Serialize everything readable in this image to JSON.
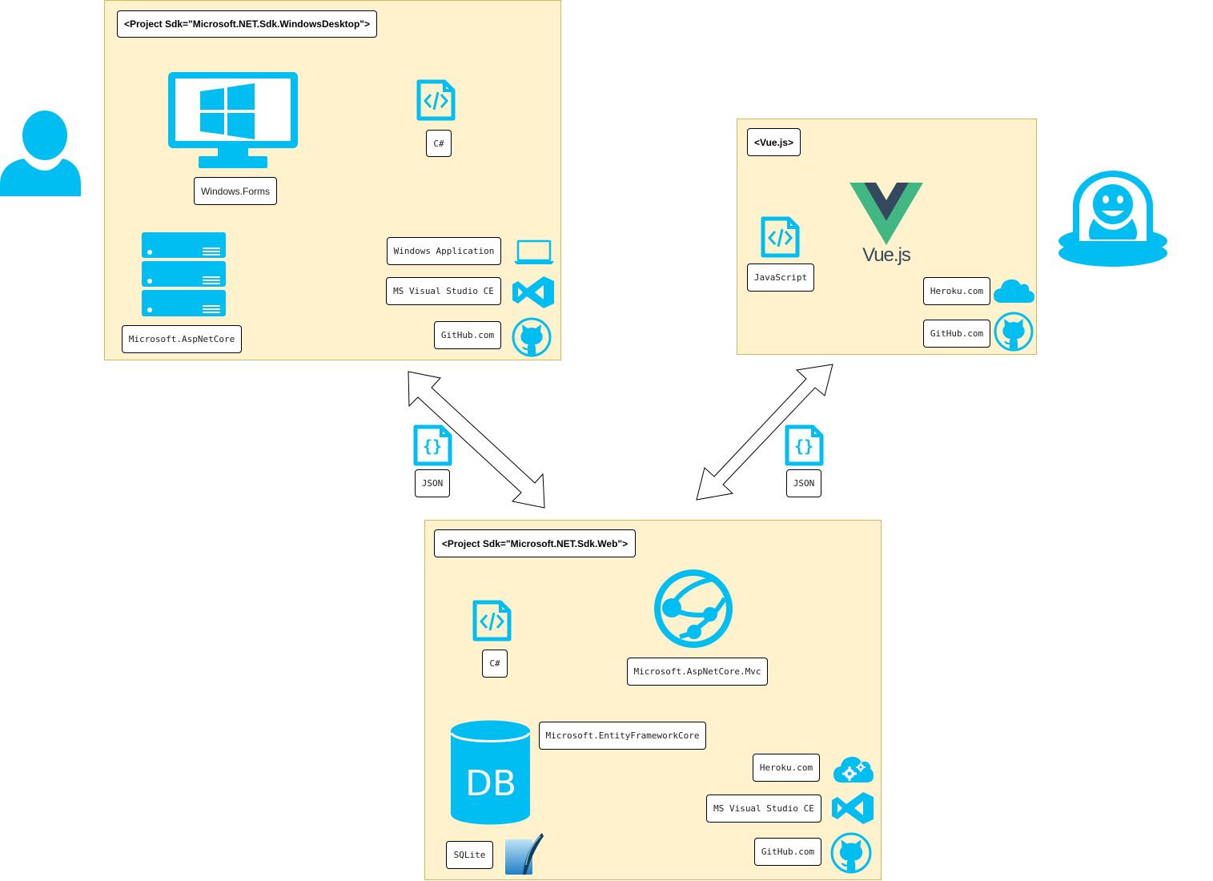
{
  "colors": {
    "icon": "#00bef2",
    "panel_fill": "#fff2cc",
    "panel_border": "#d6b656"
  },
  "desktop": {
    "header": "<Project Sdk=\"Microsoft.NET.Sdk.WindowsDesktop\">",
    "winforms": "Windows.Forms",
    "csharp": "C#",
    "aspnetcore": "Microsoft.AspNetCore",
    "windows_app": "Windows Application",
    "vs": "MS Visual Studio CE",
    "github": "GitHub.com"
  },
  "vue": {
    "header": "<Vue.js>",
    "logo_text": "Vue.js",
    "javascript": "JavaScript",
    "heroku": "Heroku.com",
    "github": "GitHub.com"
  },
  "json_labels": {
    "left": "JSON",
    "right": "JSON"
  },
  "web": {
    "header": "<Project Sdk=\"Microsoft.NET.Sdk.Web\">",
    "csharp": "C#",
    "mvc": "Microsoft.AspNetCore.Mvc",
    "db_text": "DB",
    "efcore": "Microsoft.EntityFrameworkCore",
    "heroku": "Heroku.com",
    "vs": "MS Visual Studio CE",
    "sqlite": "SQLite",
    "github": "GitHub.com"
  }
}
